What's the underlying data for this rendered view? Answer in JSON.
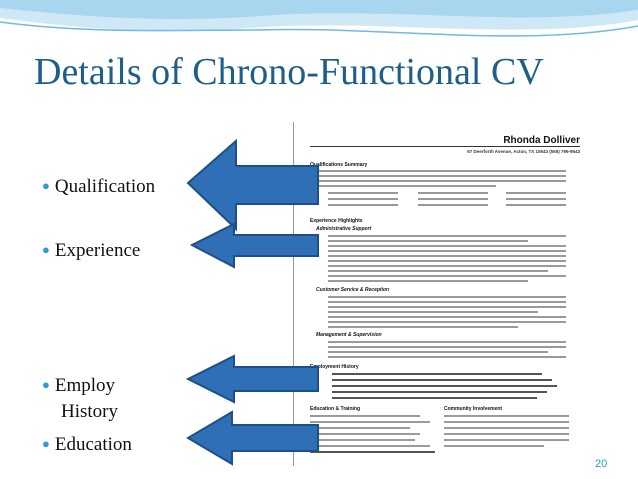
{
  "slide": {
    "title": "Details of Chrono-Functional CV",
    "page_number": "20"
  },
  "bullets": [
    {
      "label": "Qualification"
    },
    {
      "label": "Experience"
    },
    {
      "label": "Employ"
    },
    {
      "label": "History"
    },
    {
      "label": "Education"
    }
  ],
  "resume": {
    "name": "Rhonda Dolliver",
    "address": "67 Deerforth Avenue, Acton, TX 10543  (555) 799-9543",
    "sections": {
      "qualifications": "Qualifications Summary",
      "experience": "Experience Highlights",
      "admin_support": "Administrative Support",
      "customer_service": "Customer Service & Reception",
      "management": "Management & Supervision",
      "employment": "Employment History",
      "education": "Education & Training",
      "community": "Community Involvement"
    }
  },
  "colors": {
    "title": "#1d5f87",
    "arrow_fill": "#2f6fb6",
    "arrow_stroke": "#1f4f8a",
    "bullet": "#2a9bd6"
  }
}
